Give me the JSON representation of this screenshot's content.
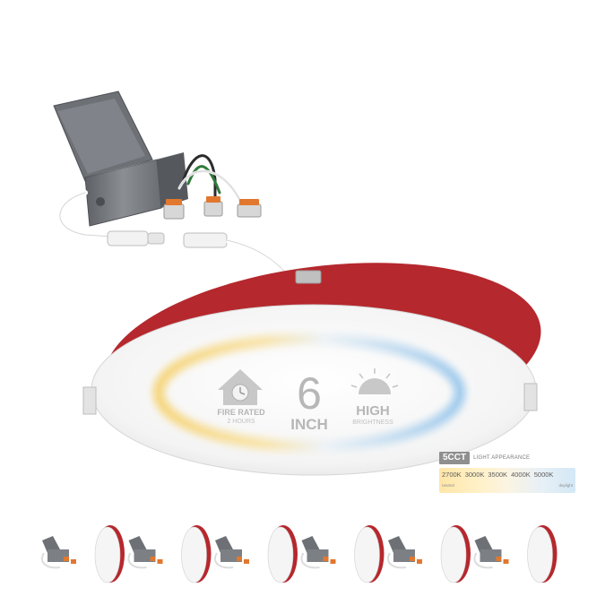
{
  "product": {
    "size_number": "6",
    "size_unit": "INCH",
    "fire_badge": {
      "line1": "FIRE RATED",
      "line2": "2 HOURS"
    },
    "brightness_badge": {
      "line1": "HIGH",
      "line2": "BRIGHTNESS"
    }
  },
  "cct": {
    "count_label": "5CCT",
    "title": "LIGHT APPEARANCE",
    "values": [
      "2700K",
      "3000K",
      "3500K",
      "4000K",
      "5000K"
    ],
    "tone_left": "neutral",
    "tone_right": "daylight"
  },
  "pack": {
    "count": 6
  },
  "colors": {
    "trim_red": "#b5282d",
    "panel_white": "#f7f7f7",
    "warm_glow": "#f6d98a",
    "cool_glow": "#a9cfee",
    "box_gray": "#6d7176",
    "connector_orange": "#e2772e"
  },
  "icons": [
    "house-clock-icon",
    "sun-icon"
  ]
}
